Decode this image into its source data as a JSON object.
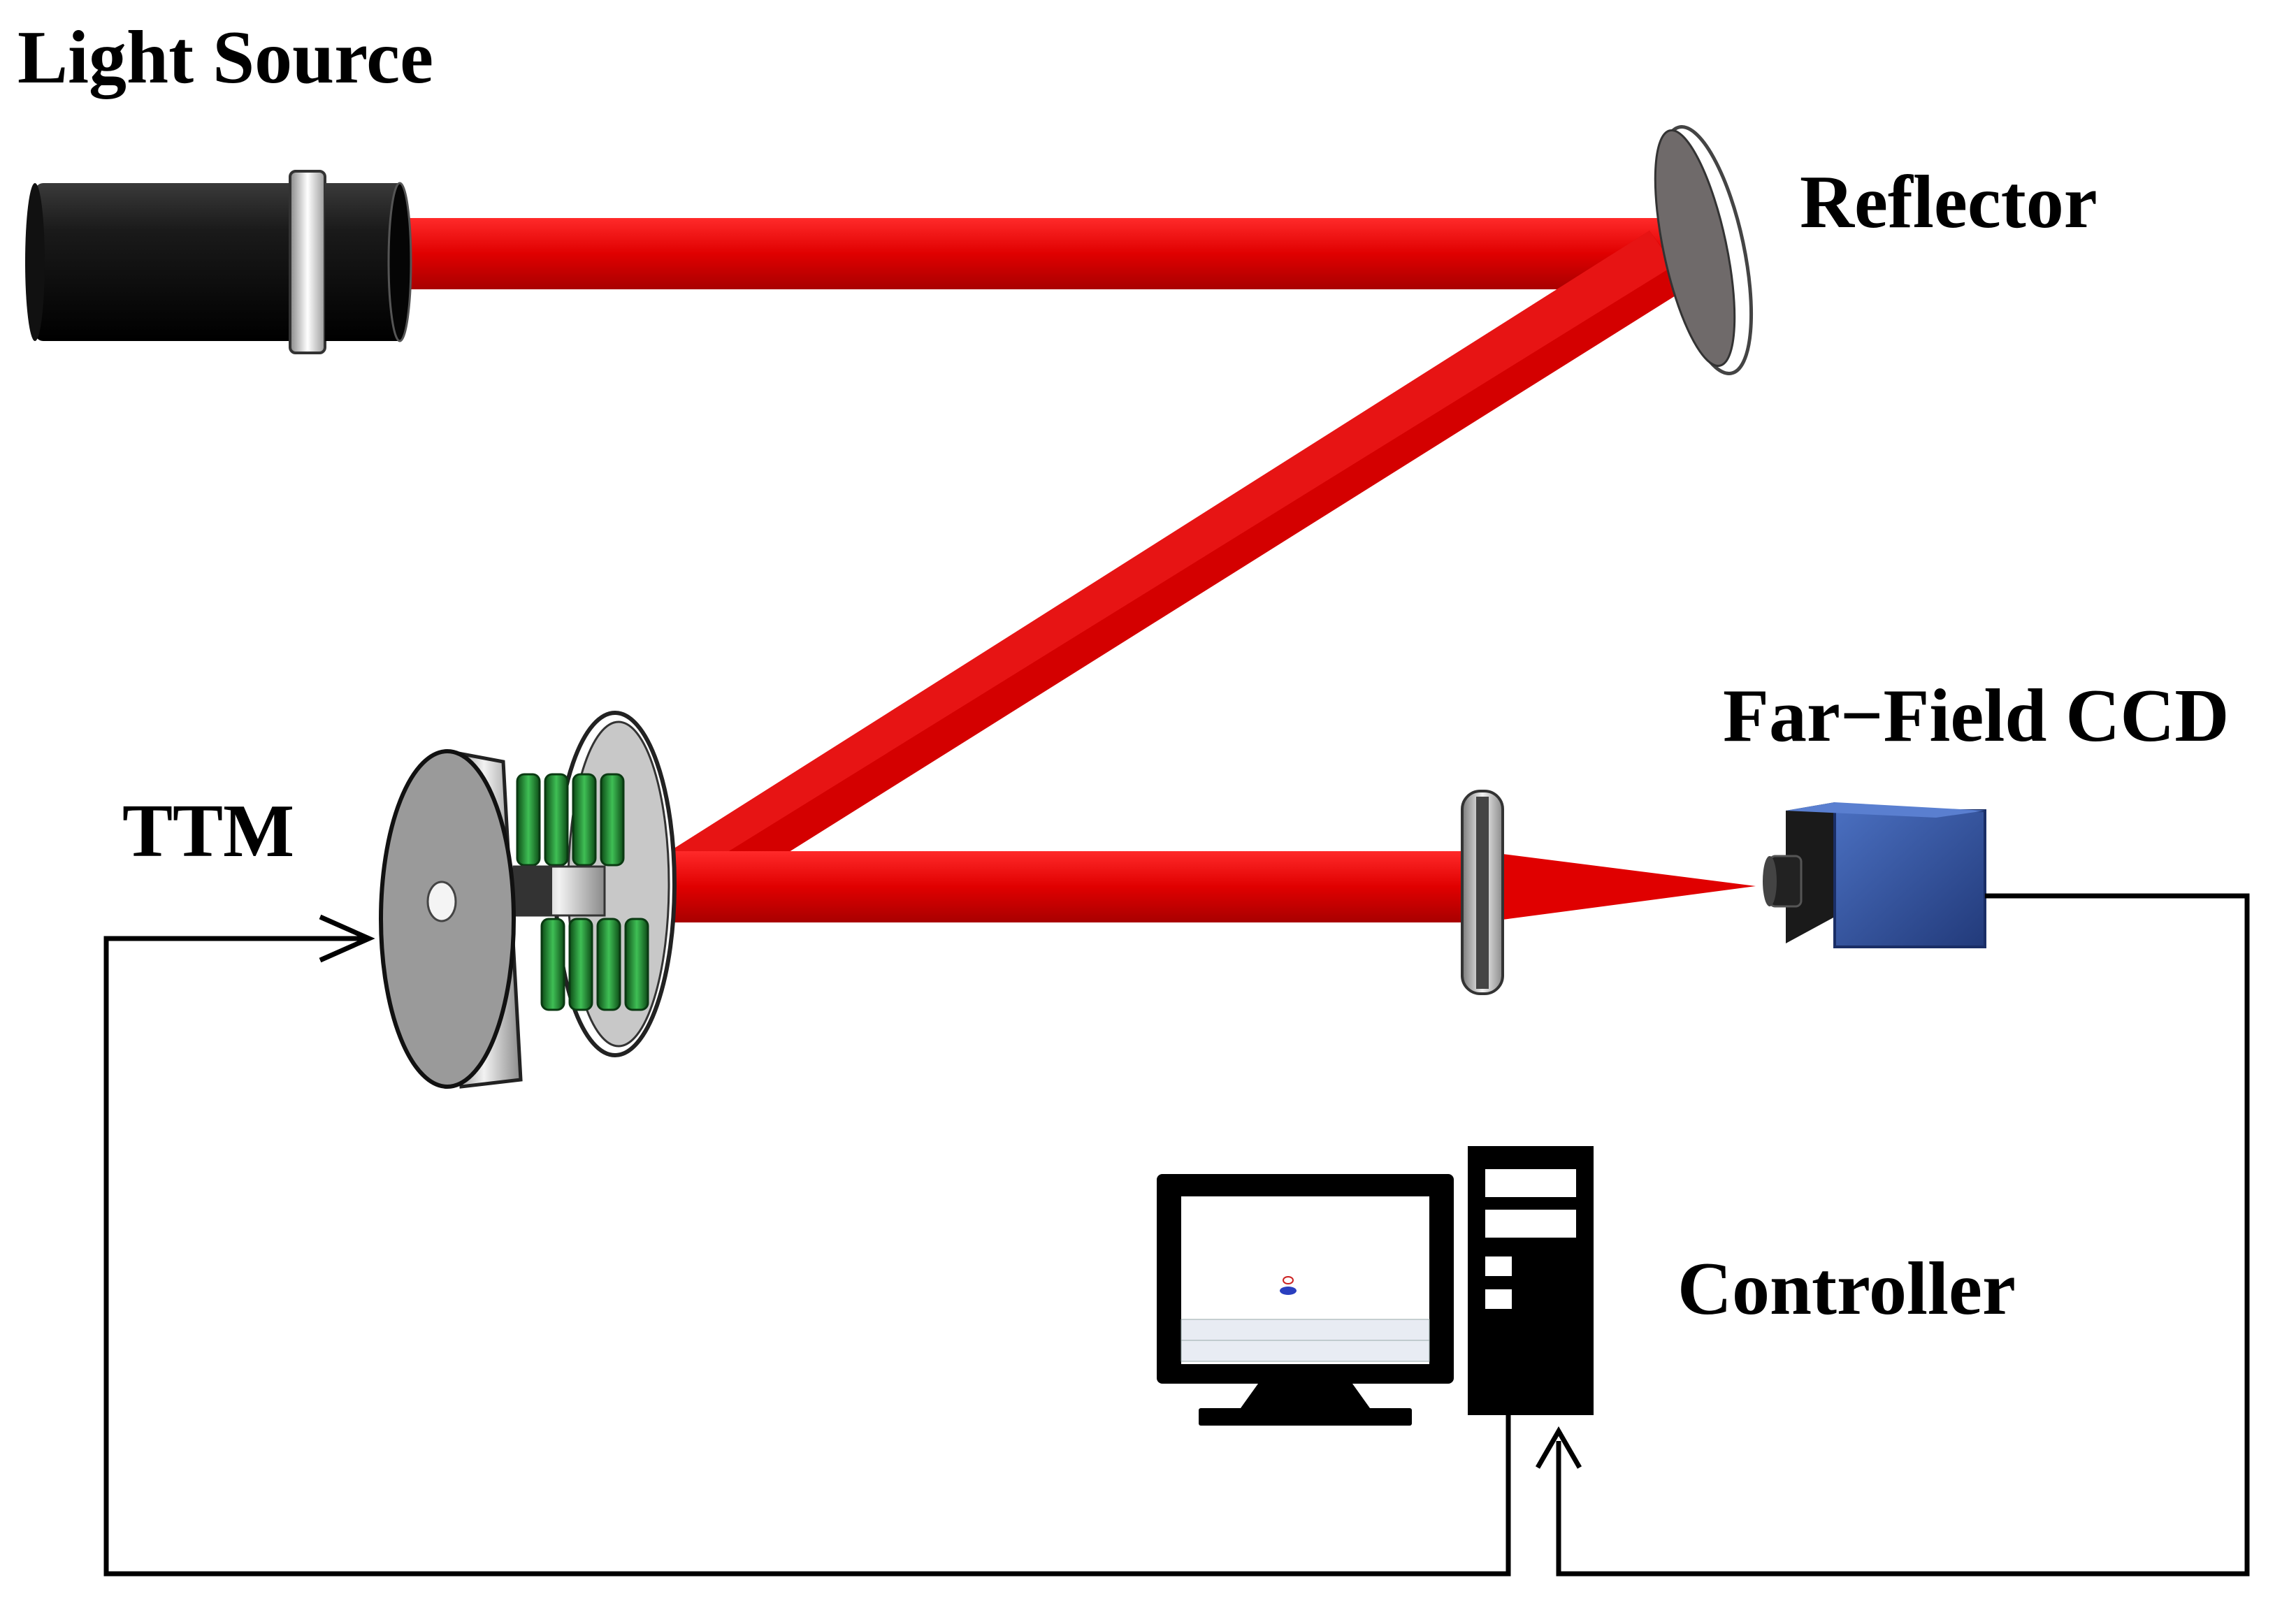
{
  "labels": {
    "light_source": "Light Source",
    "reflector": "Reflector",
    "ttm": "TTM",
    "far_field_ccd": "Far−Field CCD",
    "controller": "Controller"
  },
  "colors": {
    "beam": "#e00000",
    "beam_dark": "#b30000",
    "line": "#000000",
    "coil_green": "#1f8a2e",
    "ccd_blue": "#2f4f9a",
    "background": "#ffffff"
  },
  "icons": {
    "light_source": "laser-tube-icon",
    "reflector": "mirror-icon",
    "ttm": "tip-tilt-mirror-icon",
    "lens": "lens-icon",
    "ccd": "camera-icon",
    "computer": "desktop-computer-icon"
  }
}
